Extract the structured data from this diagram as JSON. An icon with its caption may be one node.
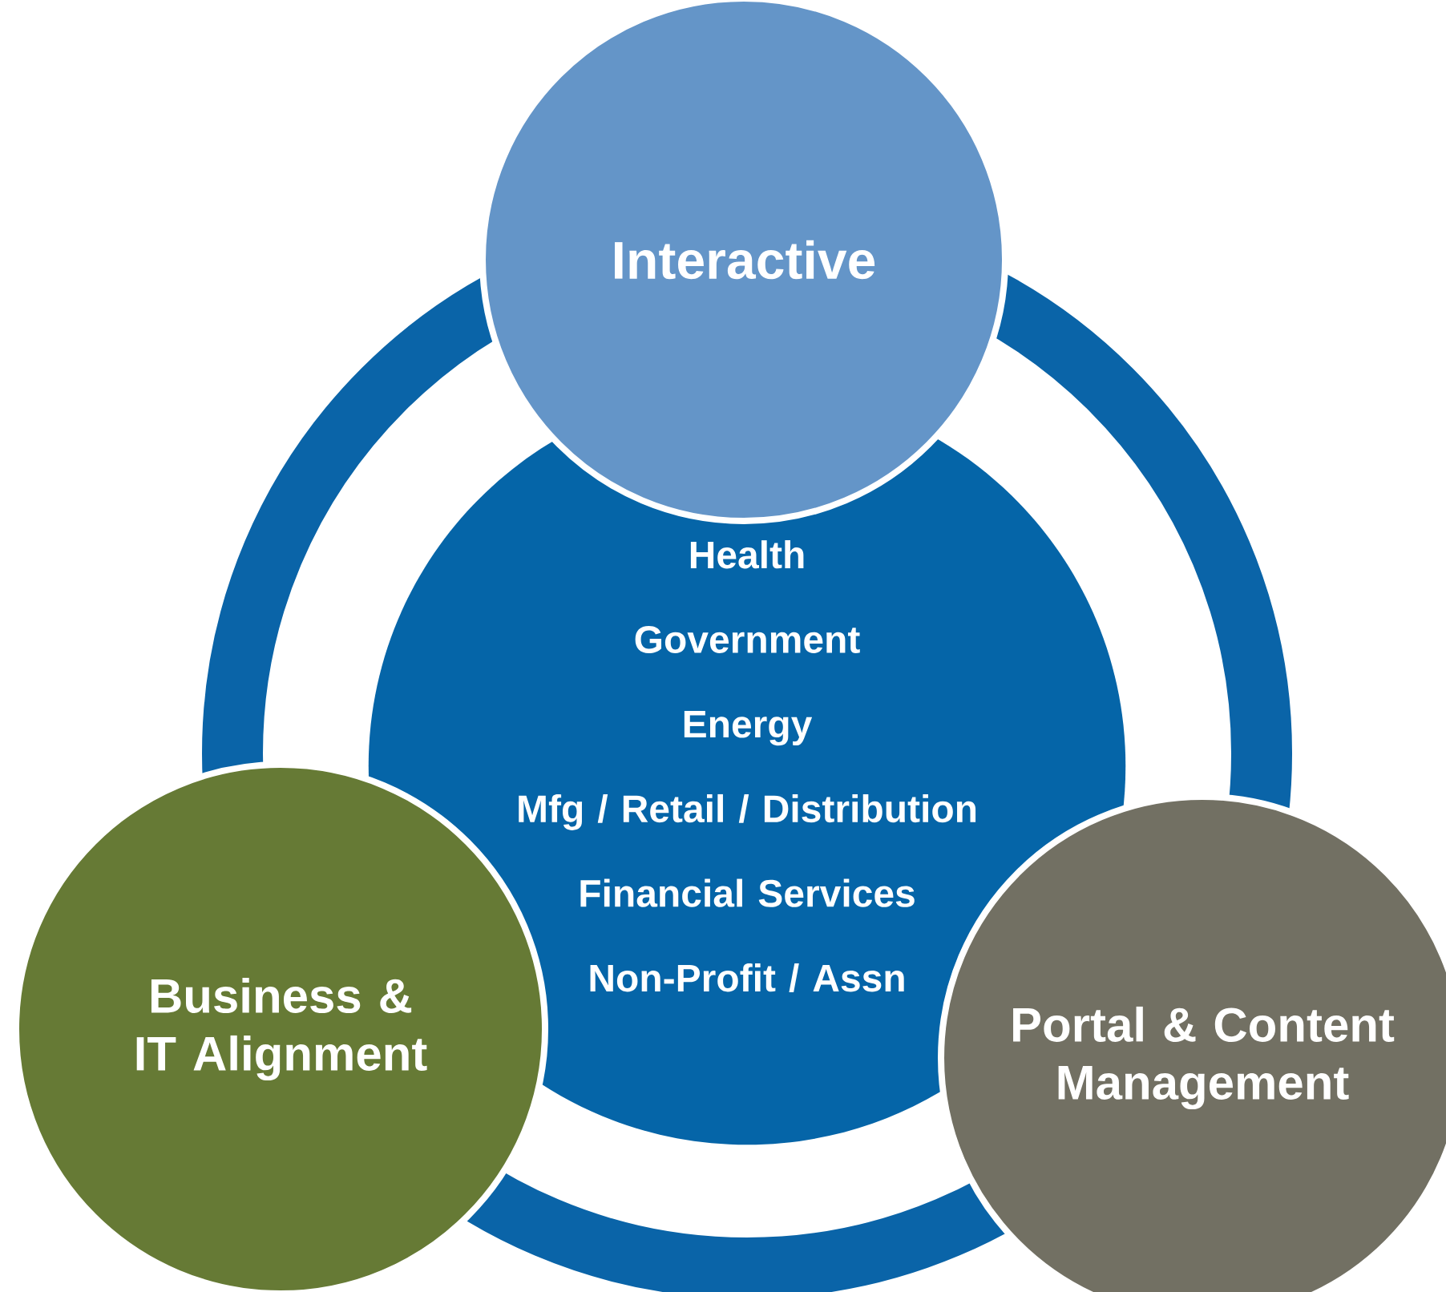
{
  "diagram": {
    "nodes": [
      {
        "text": [
          "Health",
          "Government",
          "Energy",
          "Mfg / Retail / Distribution",
          "Financial Services",
          "Non-Profit / Assn"
        ]
      },
      {
        "text": [
          "Interactive"
        ]
      },
      {
        "text": [
          "Business & IT Alignment"
        ]
      },
      {
        "text": [
          "Portal & Content Management"
        ]
      }
    ]
  }
}
